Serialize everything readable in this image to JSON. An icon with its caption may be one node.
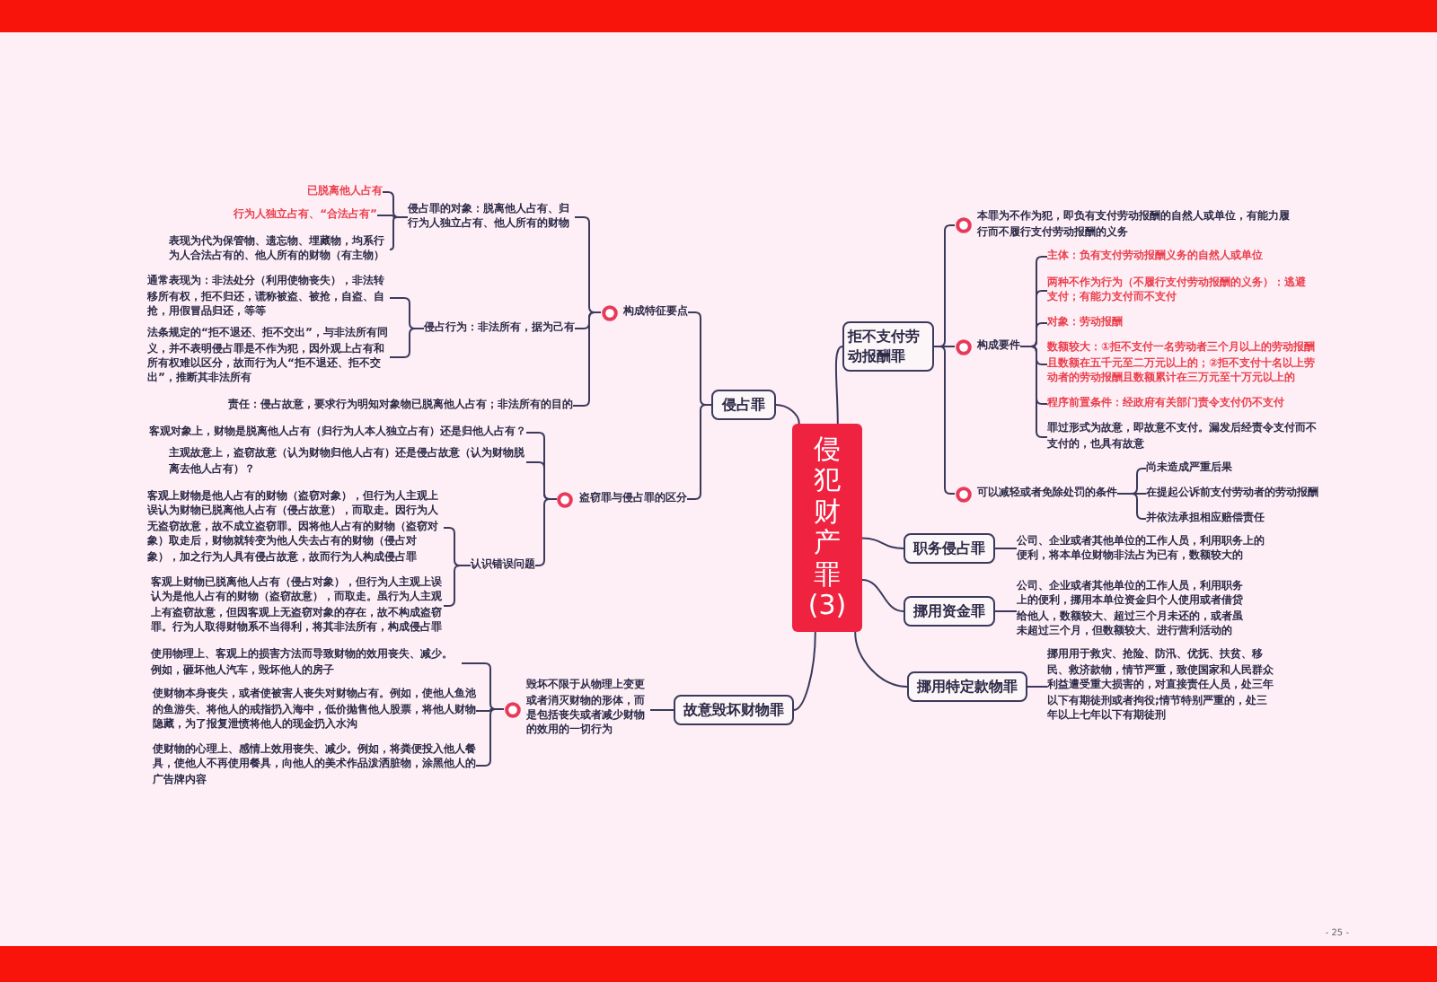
{
  "diagram": {
    "nodes": [
      {
        "text": [
          "侵犯财产罪(3)"
        ]
      },
      {
        "text": [
          "侵占罪"
        ]
      },
      {
        "text": [
          "构成特征要点"
        ]
      },
      {
        "text": [
          "侵占罪的对象：脱离他人占有、归行为人独立占有、他人所有的财物"
        ]
      },
      {
        "text": [
          "已脱离他人占有"
        ]
      },
      {
        "text": [
          "行为人独立占有、“合法占有”"
        ]
      },
      {
        "text": [
          "表现为代为保管物、遗忘物、埋藏物，均系行为人合法占有的、他人所有的财物（有主物）"
        ]
      },
      {
        "text": [
          "侵占行为：非法所有，据为己有"
        ]
      },
      {
        "text": [
          "通常表现为：非法处分（利用使物丧失），非法转移所有权，拒不归还，谎称被盗、被抢，自盗、自抢，用假冒品归还，等等"
        ]
      },
      {
        "text": [
          "法条规定的“拒不退还、拒不交出”，与非法所有同义，并不表明侵占罪是不作为犯，因外观上占有和所有权难以区分，故而行为人“拒不退还、拒不交出”，推断其非法所有"
        ]
      },
      {
        "text": [
          "责任：侵占故意，要求行为明知对象物已脱离他人占有；非法所有的目的"
        ]
      },
      {
        "text": [
          "盗窃罪与侵占罪的区分"
        ]
      },
      {
        "text": [
          "客观对象上，财物是脱离他人占有（归行为人本人独立占有）还是归他人占有？"
        ]
      },
      {
        "text": [
          "主观故意上，盗窃故意（认为财物归他人占有）还是侵占故意（认为财物脱离去他人占有）？"
        ]
      },
      {
        "text": [
          "认识错误问题"
        ]
      },
      {
        "text": [
          "客观上财物是他人占有的财物（盗窃对象），但行为人主观上误认为财物已脱离他人占有（侵占故意），而取走。因行为人无盗窃故意，故不成立盗窃罪。因将他人占有的财物（盗窃对象）取走后，财物就转变为他人失去占有的财物（侵占对象），加之行为人具有侵占故意，故而行为人构成侵占罪"
        ]
      },
      {
        "text": [
          "客观上财物已脱离他人占有（侵占对象），但行为人主观上误认为是他人占有的财物（盗窃故意），而取走。虽行为人主观上有盗窃故意，但因客观上无盗窃对象的存在，故不构成盗窃罪。行为人取得财物系不当得利，将其非法所有，构成侵占罪"
        ]
      },
      {
        "text": [
          "故意毁坏财物罪"
        ]
      },
      {
        "text": [
          "毁坏不限于从物理上变更或者消灭财物的形体，而是包括丧失或者减少财物的效用的一切行为"
        ]
      },
      {
        "text": [
          "使用物理上、客观上的损害方法而导致财物的效用丧失、减少。例如，砸坏他人汽车，毁坏他人的房子"
        ]
      },
      {
        "text": [
          "使财物本身丧失，或者使被害人丧失对财物占有。例如，使他人鱼池的鱼游失、将他人的戒指扔入海中，低价抛售他人股票，将他人财物隐藏，为了报复泄愤将他人的现金扔入水沟"
        ]
      },
      {
        "text": [
          "使财物的心理上、感情上效用丧失、减少。例如，将粪便投入他人餐具，使他人不再使用餐具，向他人的美术作品泼洒脏物，涂黑他人的广告牌内容"
        ]
      },
      {
        "text": [
          "拒不支付劳动报酬罪"
        ]
      },
      {
        "text": [
          "本罪为不作为犯，即负有支付劳动报酬的自然人或单位，有能力履行而不履行支付劳动报酬的义务"
        ]
      },
      {
        "text": [
          "构成要件"
        ]
      },
      {
        "text": [
          "主体：负有支付劳动报酬义务的自然人或单位"
        ]
      },
      {
        "text": [
          "两种不作为行为（不履行支付劳动报酬的义务）：逃避支付；有能力支付而不支付"
        ]
      },
      {
        "text": [
          "对象：劳动报酬"
        ]
      },
      {
        "text": [
          "数额较大：①拒不支付一名劳动者三个月以上的劳动报酬且数额在五千元至二万元以上的；②拒不支付十名以上劳动者的劳动报酬且数额累计在三万元至十万元以上的"
        ]
      },
      {
        "text": [
          "程序前置条件：经政府有关部门责令支付仍不支付"
        ]
      },
      {
        "text": [
          "罪过形式为故意，即故意不支付。漏发后经责令支付而不支付的，也具有故意"
        ]
      },
      {
        "text": [
          "可以减轻或者免除处罚的条件"
        ]
      },
      {
        "text": [
          "尚未造成严重后果"
        ]
      },
      {
        "text": [
          "在提起公诉前支付劳动者的劳动报酬"
        ]
      },
      {
        "text": [
          "并依法承担相应赔偿责任"
        ]
      },
      {
        "text": [
          "职务侵占罪"
        ]
      },
      {
        "text": [
          "公司、企业或者其他单位的工作人员，利用职务上的便利，将本单位财物非法占为已有，数额较大的"
        ]
      },
      {
        "text": [
          "挪用资金罪"
        ]
      },
      {
        "text": [
          "公司、企业或者其他单位的工作人员，利用职务上的便利，挪用本单位资金归个人使用或者借贷给他人，数额较大、超过三个月未还的，或者虽未超过三个月，但数额较大、进行营利活动的"
        ]
      },
      {
        "text": [
          "挪用特定款物罪"
        ]
      },
      {
        "text": [
          "挪用用于救灾、抢险、防汛、优抚、扶贫、移民、救济款物，情节严重，致使国家和人民群众利益遭受重大损害的，对直接责任人员，处三年以下有期徒刑或者拘役;情节特别严重的，处三年以上七年以下有期徒刑"
        ]
      }
    ],
    "edges": [
      {
        "from": 0,
        "to": 1,
        "arrow": "none"
      },
      {
        "from": 0,
        "to": 22,
        "arrow": "none"
      },
      {
        "from": 0,
        "to": 35,
        "arrow": "none"
      },
      {
        "from": 0,
        "to": 37,
        "arrow": "none"
      },
      {
        "from": 0,
        "to": 39,
        "arrow": "none"
      },
      {
        "from": 0,
        "to": 17,
        "arrow": "none"
      },
      {
        "from": 1,
        "to": 2,
        "arrow": "none"
      },
      {
        "from": 1,
        "to": 11,
        "arrow": "none"
      },
      {
        "from": 2,
        "to": 3,
        "arrow": "none"
      },
      {
        "from": 2,
        "to": 7,
        "arrow": "none"
      },
      {
        "from": 2,
        "to": 10,
        "arrow": "none"
      },
      {
        "from": 3,
        "to": 4,
        "arrow": "none"
      },
      {
        "from": 3,
        "to": 5,
        "arrow": "none"
      },
      {
        "from": 3,
        "to": 6,
        "arrow": "none"
      },
      {
        "from": 7,
        "to": 8,
        "arrow": "none"
      },
      {
        "from": 7,
        "to": 9,
        "arrow": "none"
      },
      {
        "from": 11,
        "to": 12,
        "arrow": "none"
      },
      {
        "from": 11,
        "to": 13,
        "arrow": "none"
      },
      {
        "from": 11,
        "to": 14,
        "arrow": "none"
      },
      {
        "from": 14,
        "to": 15,
        "arrow": "none"
      },
      {
        "from": 14,
        "to": 16,
        "arrow": "none"
      },
      {
        "from": 17,
        "to": 18,
        "arrow": "none"
      },
      {
        "from": 18,
        "to": 19,
        "arrow": "none"
      },
      {
        "from": 18,
        "to": 20,
        "arrow": "none"
      },
      {
        "from": 18,
        "to": 21,
        "arrow": "none"
      },
      {
        "from": 22,
        "to": 23,
        "arrow": "none"
      },
      {
        "from": 22,
        "to": 24,
        "arrow": "none"
      },
      {
        "from": 22,
        "to": 31,
        "arrow": "none"
      },
      {
        "from": 24,
        "to": 25,
        "arrow": "none"
      },
      {
        "from": 24,
        "to": 26,
        "arrow": "none"
      },
      {
        "from": 24,
        "to": 27,
        "arrow": "none"
      },
      {
        "from": 24,
        "to": 28,
        "arrow": "none"
      },
      {
        "from": 24,
        "to": 29,
        "arrow": "none"
      },
      {
        "from": 24,
        "to": 30,
        "arrow": "none"
      },
      {
        "from": 31,
        "to": 32,
        "arrow": "none"
      },
      {
        "from": 31,
        "to": 33,
        "arrow": "none"
      },
      {
        "from": 31,
        "to": 34,
        "arrow": "none"
      },
      {
        "from": 35,
        "to": 36,
        "arrow": "none"
      },
      {
        "from": 37,
        "to": 38,
        "arrow": "none"
      },
      {
        "from": 39,
        "to": 40,
        "arrow": "none"
      }
    ],
    "labels": [
      "- 25 -"
    ]
  }
}
